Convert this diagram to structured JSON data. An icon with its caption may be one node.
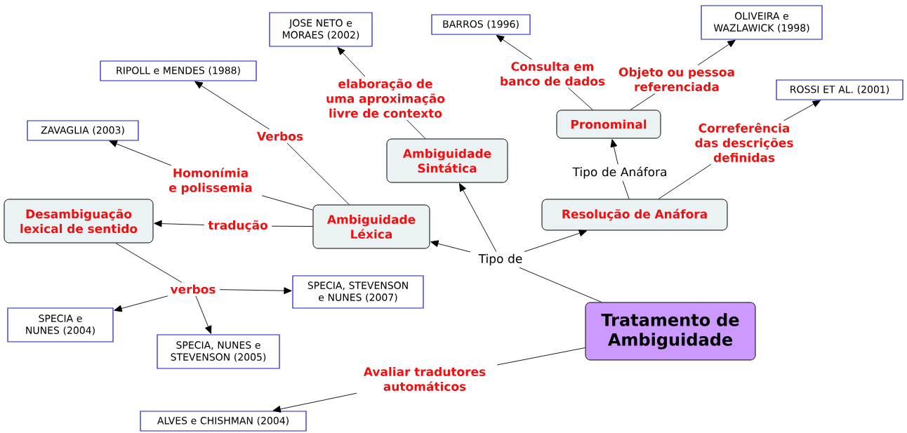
{
  "diagram": {
    "nodes": [
      {
        "text": [
          "Tratamento de Ambiguidade"
        ]
      },
      {
        "text": [
          "Tipo de"
        ]
      },
      {
        "text": [
          "Ambiguidade Léxica"
        ]
      },
      {
        "text": [
          "Ambiguidade Sintática"
        ]
      },
      {
        "text": [
          "Resolução de Anáfora"
        ]
      },
      {
        "text": [
          "Tipo de Anáfora"
        ]
      },
      {
        "text": [
          "Pronominal"
        ]
      },
      {
        "text": [
          "Consulta em banco de dados"
        ]
      },
      {
        "text": [
          "Objeto ou pessoa referenciada"
        ]
      },
      {
        "text": [
          "Correferência das descrições definidas"
        ]
      },
      {
        "text": [
          "BARROS (1996)"
        ]
      },
      {
        "text": [
          "OLIVEIRA e WAZLAWICK (1998)"
        ]
      },
      {
        "text": [
          "ROSSI ET AL. (2001)"
        ]
      },
      {
        "text": [
          "elaboração de uma aproximação livre de contexto"
        ]
      },
      {
        "text": [
          "JOSE NETO e MORAES (2002)"
        ]
      },
      {
        "text": [
          "Verbos"
        ]
      },
      {
        "text": [
          "RIPOLL e MENDES (1988)"
        ]
      },
      {
        "text": [
          "Homonímia e polissemia"
        ]
      },
      {
        "text": [
          "ZAVAGLIA (2003)"
        ]
      },
      {
        "text": [
          "tradução"
        ]
      },
      {
        "text": [
          "Desambiguação lexical de sentido"
        ]
      },
      {
        "text": [
          "verbos"
        ]
      },
      {
        "text": [
          "SPECIA e NUNES (2004)"
        ]
      },
      {
        "text": [
          "SPECIA, STEVENSON e NUNES (2007)"
        ]
      },
      {
        "text": [
          "SPECIA, NUNES e STEVENSON (2005)"
        ]
      },
      {
        "text": [
          "Avaliar tradutores automáticos"
        ]
      },
      {
        "text": [
          "ALVES e CHISHMAN (2004)"
        ]
      }
    ],
    "edges": [
      {
        "from": 0,
        "to": 1,
        "arrow": "none"
      },
      {
        "from": 1,
        "to": 2,
        "arrow": "to"
      },
      {
        "from": 1,
        "to": 3,
        "arrow": "to"
      },
      {
        "from": 1,
        "to": 4,
        "arrow": "to"
      },
      {
        "from": 4,
        "to": 5,
        "arrow": "none"
      },
      {
        "from": 5,
        "to": 6,
        "arrow": "to"
      },
      {
        "from": 6,
        "to": 7,
        "arrow": "none"
      },
      {
        "from": 7,
        "to": 10,
        "arrow": "to"
      },
      {
        "from": 6,
        "to": 8,
        "arrow": "none"
      },
      {
        "from": 8,
        "to": 11,
        "arrow": "to"
      },
      {
        "from": 4,
        "to": 9,
        "arrow": "none"
      },
      {
        "from": 9,
        "to": 12,
        "arrow": "to"
      },
      {
        "from": 3,
        "to": 13,
        "arrow": "none"
      },
      {
        "from": 13,
        "to": 14,
        "arrow": "to"
      },
      {
        "from": 2,
        "to": 15,
        "arrow": "none"
      },
      {
        "from": 15,
        "to": 16,
        "arrow": "to"
      },
      {
        "from": 2,
        "to": 17,
        "arrow": "none"
      },
      {
        "from": 17,
        "to": 18,
        "arrow": "to"
      },
      {
        "from": 2,
        "to": 19,
        "arrow": "none"
      },
      {
        "from": 19,
        "to": 20,
        "arrow": "to"
      },
      {
        "from": 20,
        "to": 21,
        "arrow": "none"
      },
      {
        "from": 21,
        "to": 22,
        "arrow": "to"
      },
      {
        "from": 21,
        "to": 23,
        "arrow": "to"
      },
      {
        "from": 21,
        "to": 24,
        "arrow": "to"
      },
      {
        "from": 0,
        "to": 25,
        "arrow": "none"
      },
      {
        "from": 25,
        "to": 26,
        "arrow": "to"
      }
    ]
  }
}
